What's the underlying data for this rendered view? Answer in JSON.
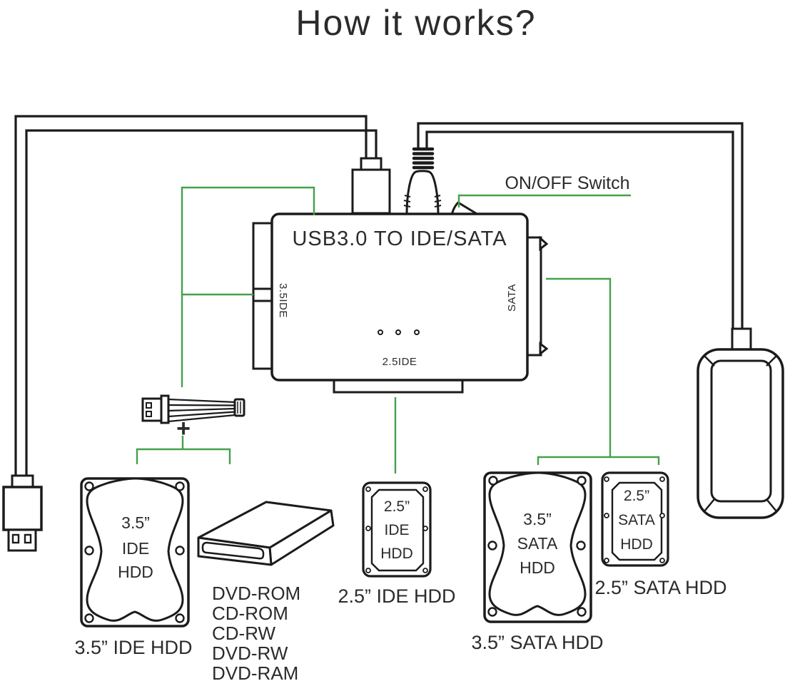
{
  "title": "How it works?",
  "colors": {
    "green": "#44a14b",
    "ink": "#1b1b1b",
    "title_gray": "#3c3c3c",
    "text": "#2b2b2b"
  },
  "adapter": {
    "label": "USB3.0 TO IDE/SATA",
    "port_left_label": "3.5IDE",
    "port_right_label": "SATA",
    "port_bottom_label": "2.5IDE"
  },
  "annotations": {
    "switch_label": "ON/OFF Switch",
    "plus_sign": "+"
  },
  "devices": {
    "hdd_35_ide": {
      "size": "3.5”",
      "bus": "IDE",
      "type": "HDD",
      "caption": "3.5” IDE HDD"
    },
    "hdd_25_ide": {
      "size": "2.5”",
      "bus": "IDE",
      "type": "HDD",
      "caption": "2.5” IDE HDD"
    },
    "hdd_35_sata": {
      "size": "3.5”",
      "bus": "SATA",
      "type": "HDD",
      "caption": "3.5” SATA HDD"
    },
    "hdd_25_sata": {
      "size": "2.5”",
      "bus": "SATA",
      "type": "HDD",
      "caption": "2.5” SATA HDD"
    },
    "optical_drive": {
      "types": [
        "DVD-ROM",
        "CD-ROM",
        "CD-RW",
        "DVD-RW",
        "DVD-RAM"
      ]
    }
  }
}
